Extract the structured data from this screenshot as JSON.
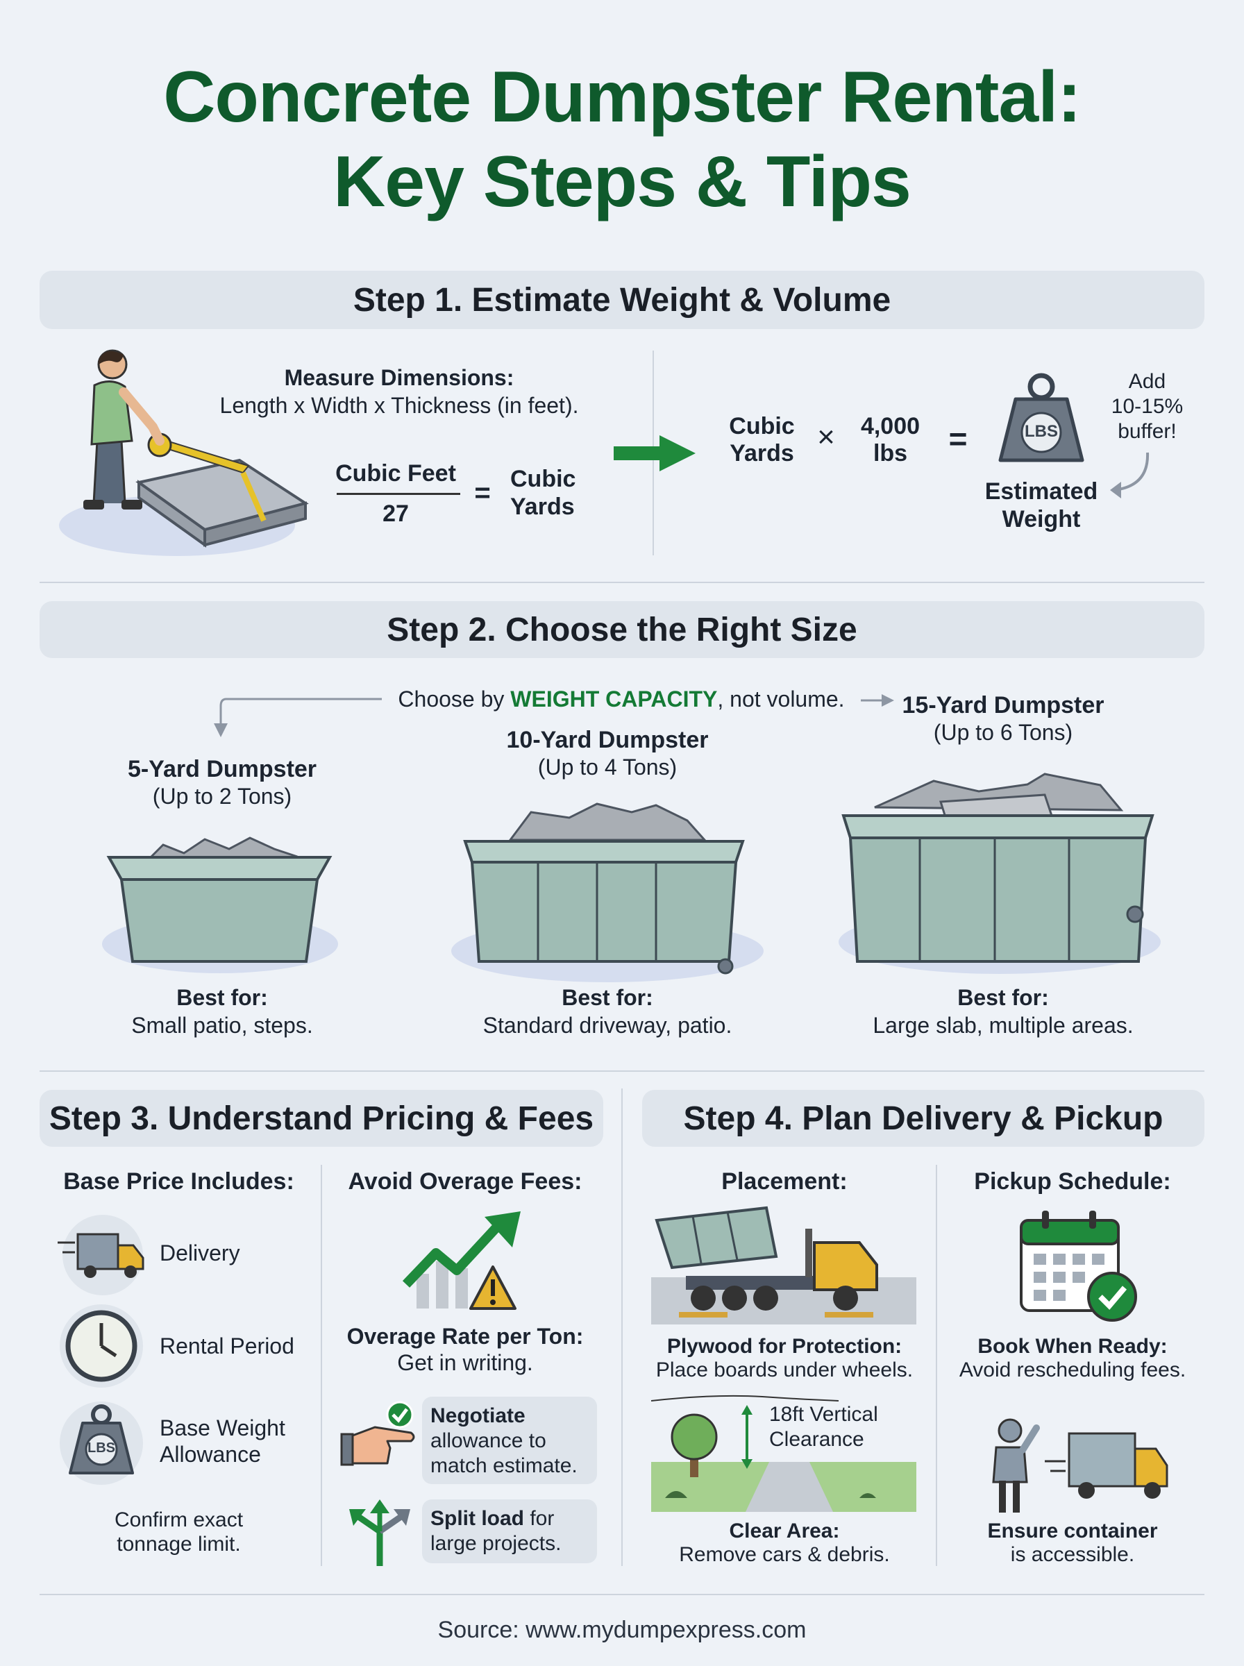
{
  "title": {
    "line1": "Concrete Dumpster Rental:",
    "line2": "Key Steps & Tips"
  },
  "step1": {
    "heading": "Step 1. Estimate Weight & Volume",
    "measure_title": "Measure Dimensions:",
    "measure_text": "Length x Width x Thickness (in feet).",
    "fraction_top": "Cubic Feet",
    "fraction_bottom": "27",
    "equals": "=",
    "result_line1": "Cubic",
    "result_line2": "Yards",
    "formula_left_line1": "Cubic",
    "formula_left_line2": "Yards",
    "times": "×",
    "formula_right_line1": "4,000",
    "formula_right_line2": "lbs",
    "formula_equals": "=",
    "weight_badge": "LBS",
    "buffer_line1": "Add",
    "buffer_line2": "10-15%",
    "buffer_line3": "buffer!",
    "estimate_line1": "Estimated",
    "estimate_line2": "Weight"
  },
  "step2": {
    "heading": "Step 2. Choose the Right Size",
    "tip_prefix": "Choose by ",
    "tip_emphasis": "WEIGHT CAPACITY",
    "tip_suffix": ", not volume.",
    "sizes": [
      {
        "name": "5-Yard Dumpster",
        "capacity": "(Up to 2 Tons)",
        "best_label": "Best for:",
        "best_text": "Small patio, steps."
      },
      {
        "name": "10-Yard Dumpster",
        "capacity": "(Up to 4 Tons)",
        "best_label": "Best for:",
        "best_text": "Standard driveway, patio."
      },
      {
        "name": "15-Yard Dumpster",
        "capacity": "(Up to 6 Tons)",
        "best_label": "Best for:",
        "best_text": "Large slab, multiple areas."
      }
    ]
  },
  "step3": {
    "heading": "Step 3. Understand Pricing & Fees",
    "base_title": "Base Price Includes:",
    "items": [
      "Delivery",
      "Rental Period",
      "Base Weight",
      "Allowance"
    ],
    "weight_badge": "LBS",
    "confirm_line1": "Confirm exact",
    "confirm_line2": "tonnage limit.",
    "avoid_title": "Avoid Overage Fees:",
    "rate_title": "Overage Rate per Ton:",
    "rate_text": "Get in writing.",
    "negotiate_bold": "Negotiate",
    "negotiate_line2": "allowance to",
    "negotiate_line3": "match estimate.",
    "split_bold": "Split load",
    "split_rest": " for",
    "split_line2": "large projects."
  },
  "step4": {
    "heading": "Step 4. Plan Delivery & Pickup",
    "placement_title": "Placement:",
    "plywood_title": "Plywood for Protection:",
    "plywood_text": "Place boards under wheels.",
    "clearance_line1": "18ft Vertical",
    "clearance_line2": "Clearance",
    "clear_title": "Clear Area:",
    "clear_text": "Remove cars & debris.",
    "pickup_title": "Pickup Schedule:",
    "book_title": "Book When Ready:",
    "book_text": "Avoid rescheduling fees.",
    "ensure_title": "Ensure container",
    "ensure_text": "is accessible."
  },
  "source": "Source: www.mydumpexpress.com",
  "colors": {
    "title_green": "#0f5a2c",
    "accent_green": "#1b8a3e",
    "band": "#dfe5ec",
    "dumpster": "#9fbcb4"
  }
}
